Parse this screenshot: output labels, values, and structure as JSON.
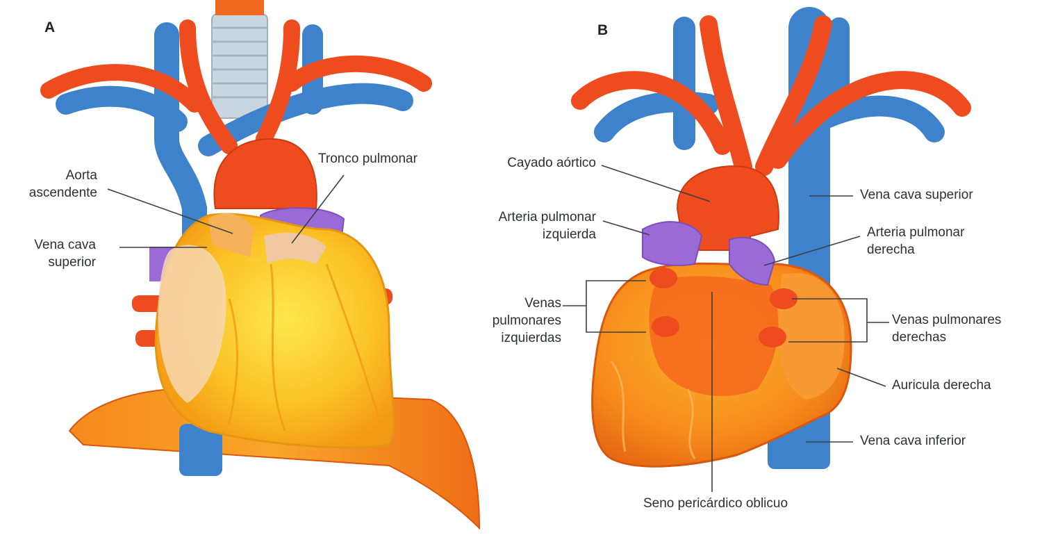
{
  "panels": [
    {
      "letter": "A",
      "labels": {
        "aorta_ascendente": [
          "Aorta",
          "ascendente"
        ],
        "vena_cava_superior": [
          "Vena cava",
          "superior"
        ],
        "tronco_pulmonar": [
          "Tronco pulmonar"
        ]
      }
    },
    {
      "letter": "B",
      "labels": {
        "cayado_aortico": [
          "Cayado aórtico"
        ],
        "arteria_pulmonar_izquierda": [
          "Arteria pulmonar",
          "izquierda"
        ],
        "venas_pulmonares_izquierdas": [
          "Venas",
          "pulmonares",
          "izquierdas"
        ],
        "vena_cava_superior": [
          "Vena cava superior"
        ],
        "arteria_pulmonar_derecha": [
          "Arteria pulmonar",
          "derecha"
        ],
        "venas_pulmonares_derechas": [
          "Venas pulmonares",
          "derechas"
        ],
        "auricula_derecha": [
          "Auricula derecha"
        ],
        "vena_cava_inferior": [
          "Vena cava inferior"
        ],
        "seno_pericardico_oblicuo": [
          "Seno pericárdico oblicuo"
        ]
      }
    }
  ],
  "colors": {
    "artery": "#ee4b1e",
    "vein": "#3f82cc",
    "pulmonary_artery": "#9a6bd6",
    "heart": "#f9b21b",
    "heart_highlight": "#fde34a",
    "leader_line": "#3a3f44"
  }
}
